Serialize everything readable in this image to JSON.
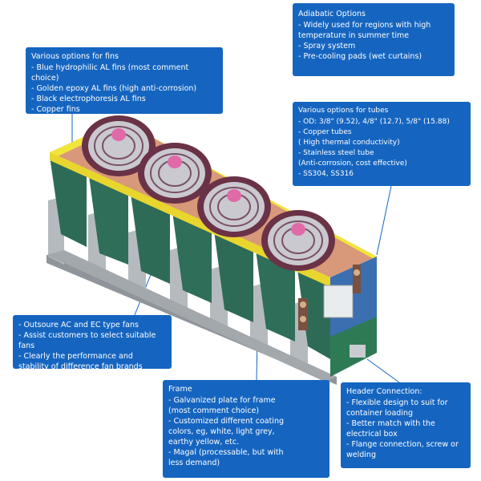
{
  "colors": {
    "box_blue": "#1565c0",
    "frame_yellow": "#f2e53a",
    "fin_green": "#2e6b57",
    "fan_ring": "#5a2a3c",
    "plate_copper": "#d8987a",
    "legs_grey": "#9ea3a8"
  },
  "callouts": {
    "fins": {
      "title": "Various options for fins",
      "items": [
        "- Blue hydrophilic AL fins (most comment choice)",
        "- Golden epoxy AL fins (high anti-corrosion)",
        "- Black electrophoresis AL fins",
        "- Copper fins"
      ]
    },
    "adiabatic": {
      "title": "Adiabatic Options",
      "items": [
        "- Widely used for regions with high\n  temperature in summer time",
        "- Spray system",
        "- Pre-cooling pads (wet curtains)"
      ]
    },
    "tubes": {
      "title": "Various options for tubes",
      "items": [
        "- OD: 3/8\" (9.52), 4/8\" (12.7), 5/8\" (15.88)",
        "- Copper tubes",
        "( High thermal conductivity)",
        "- Stainless steel tube",
        " (Anti-corrosion, cost effective)",
        "- SS304, SS316"
      ]
    },
    "fans": {
      "title": "",
      "items": [
        "- Outsoure AC and EC type fans",
        "- Assist customers to select suitable fans",
        "- Clearly the performance and\n  stability of difference fan brands"
      ]
    },
    "frame": {
      "title": "Frame",
      "items": [
        "- Galvanized plate for frame\n  (most comment choice)",
        "- Customized different coating\n  colors, eg, white, light grey,\n  earthy yellow, etc.",
        "- Magal (processable, but with\n  less demand)"
      ]
    },
    "header": {
      "title": "Header Connection:",
      "items": [
        "- Flexible design to suit for\n  container loading",
        "- Better match with the\n  electrical box",
        "- Flange connection, screw or\n  welding"
      ]
    }
  }
}
